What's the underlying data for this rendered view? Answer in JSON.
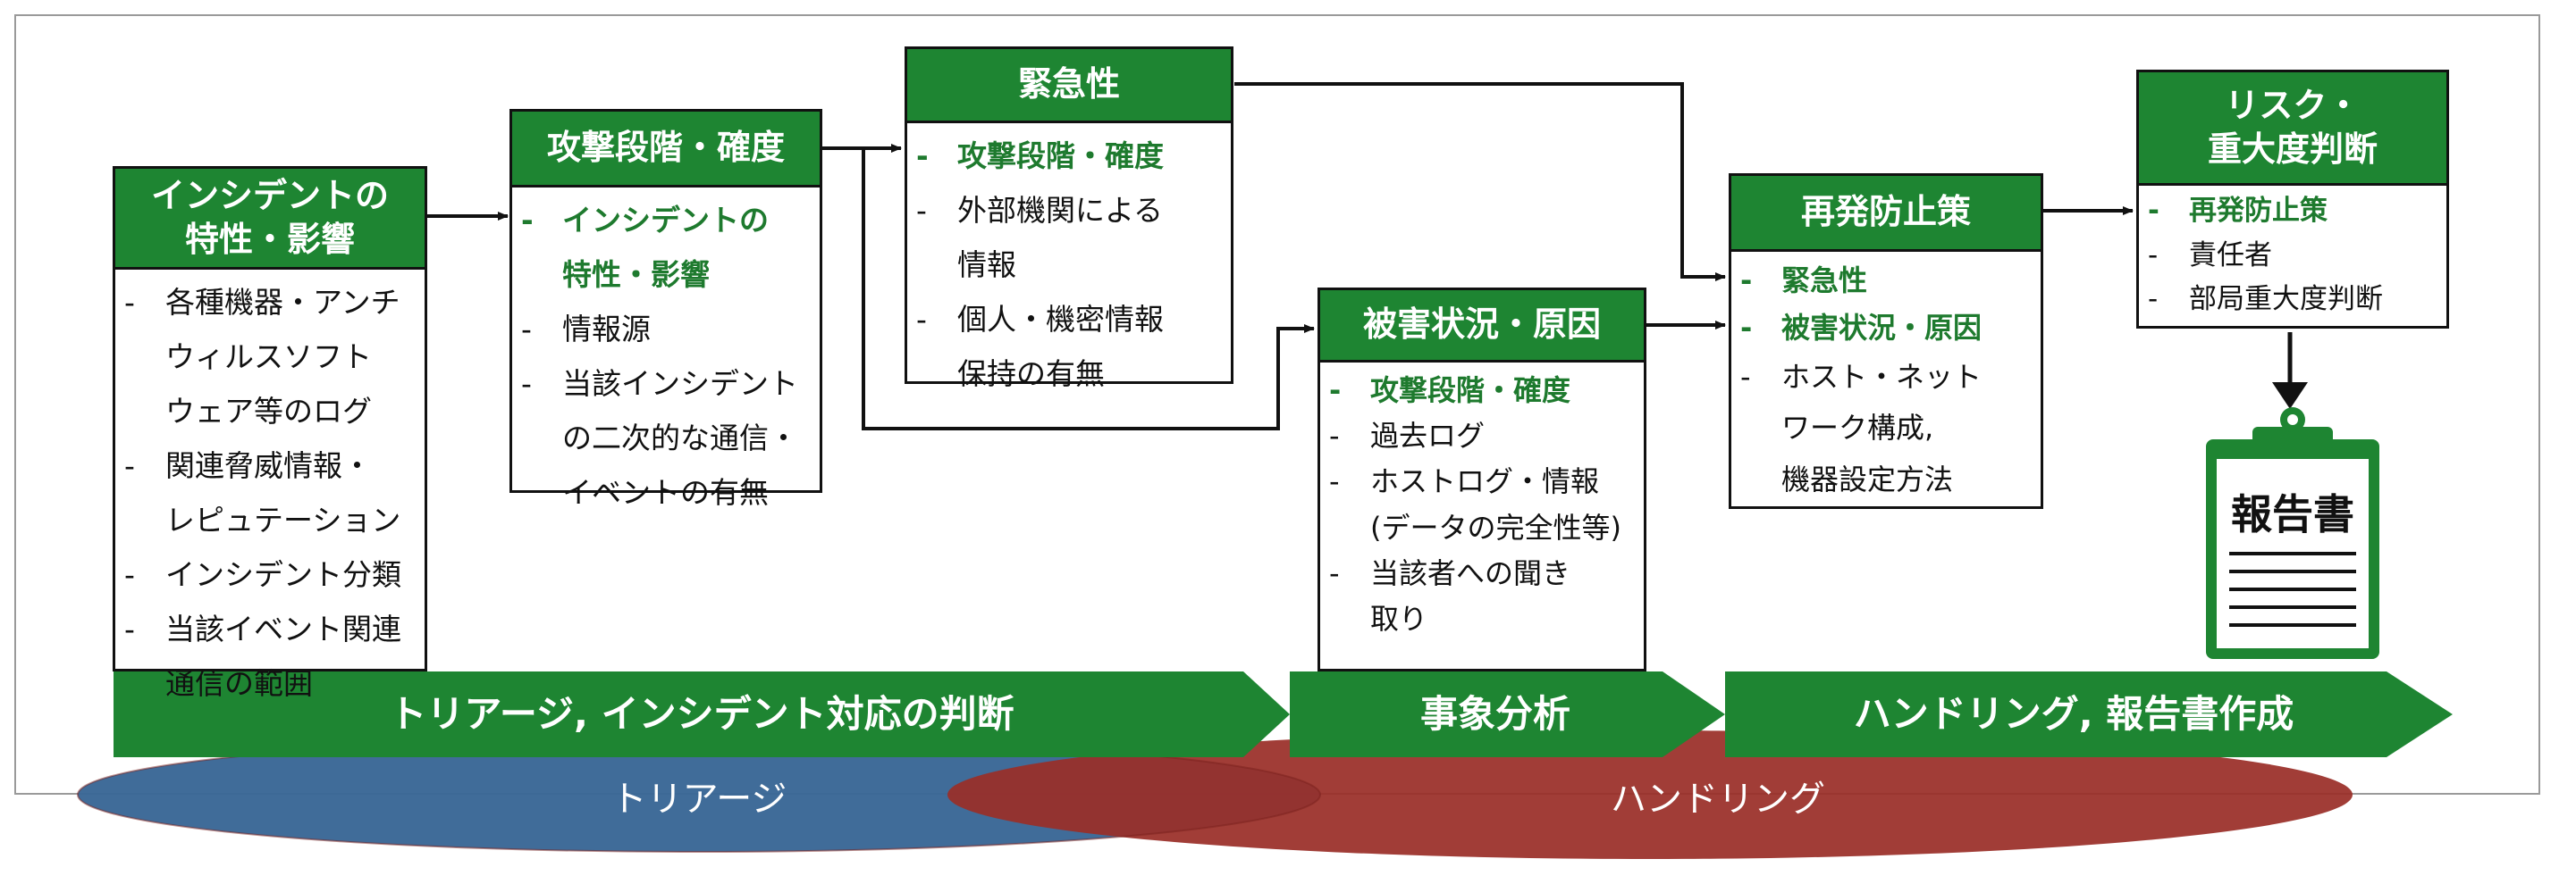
{
  "boxes": {
    "incident": {
      "title": "インシデントの\n特性・影響",
      "items": [
        {
          "text": "各種機器・アンチ\nウィルスソフト\nウェア等のログ"
        },
        {
          "text": "関連脅威情報・\nレピュテーション"
        },
        {
          "text": "インシデント分類"
        },
        {
          "text": "当該イベント関連\n通信の範囲"
        }
      ]
    },
    "attack": {
      "title": "攻撃段階・確度",
      "items": [
        {
          "text": "インシデントの\n特性・影響",
          "highlight": true
        },
        {
          "text": "情報源"
        },
        {
          "text": "当該インシデント\nの二次的な通信・\nイベントの有無"
        }
      ]
    },
    "urgency": {
      "title": "緊急性",
      "items": [
        {
          "text": "攻撃段階・確度",
          "highlight": true
        },
        {
          "text": "外部機関による\n情報"
        },
        {
          "text": "個人・機密情報\n保持の有無"
        }
      ]
    },
    "damage": {
      "title": "被害状況・原因",
      "items": [
        {
          "text": "攻撃段階・確度",
          "highlight": true
        },
        {
          "text": "過去ログ"
        },
        {
          "text": "ホストログ・情報\n(データの完全性等)"
        },
        {
          "text": "当該者への聞き\n取り"
        }
      ]
    },
    "prevention": {
      "title": "再発防止策",
      "items": [
        {
          "text": "緊急性",
          "highlight": true
        },
        {
          "text": "被害状況・原因",
          "highlight": true
        },
        {
          "text": "ホスト・ネット\nワーク構成,\n機器設定方法"
        }
      ]
    },
    "risk": {
      "title": "リスク・\n重大度判断",
      "items": [
        {
          "text": "再発防止策",
          "highlight": true
        },
        {
          "text": "責任者"
        },
        {
          "text": "部局重大度判断"
        }
      ]
    }
  },
  "bands": {
    "triage": "トリアージ, インシデント対応の判断",
    "analysis": "事象分析",
    "handling": "ハンドリング, 報告書作成"
  },
  "ellipses": {
    "triage": "トリアージ",
    "handling": "ハンドリング"
  },
  "report": {
    "title": "報告書"
  },
  "colors": {
    "green": "#1e8532",
    "highlight_text": "#1e7a2e",
    "triage_ellipse": "#3a6796",
    "handling_ellipse": "#9a2e28"
  }
}
